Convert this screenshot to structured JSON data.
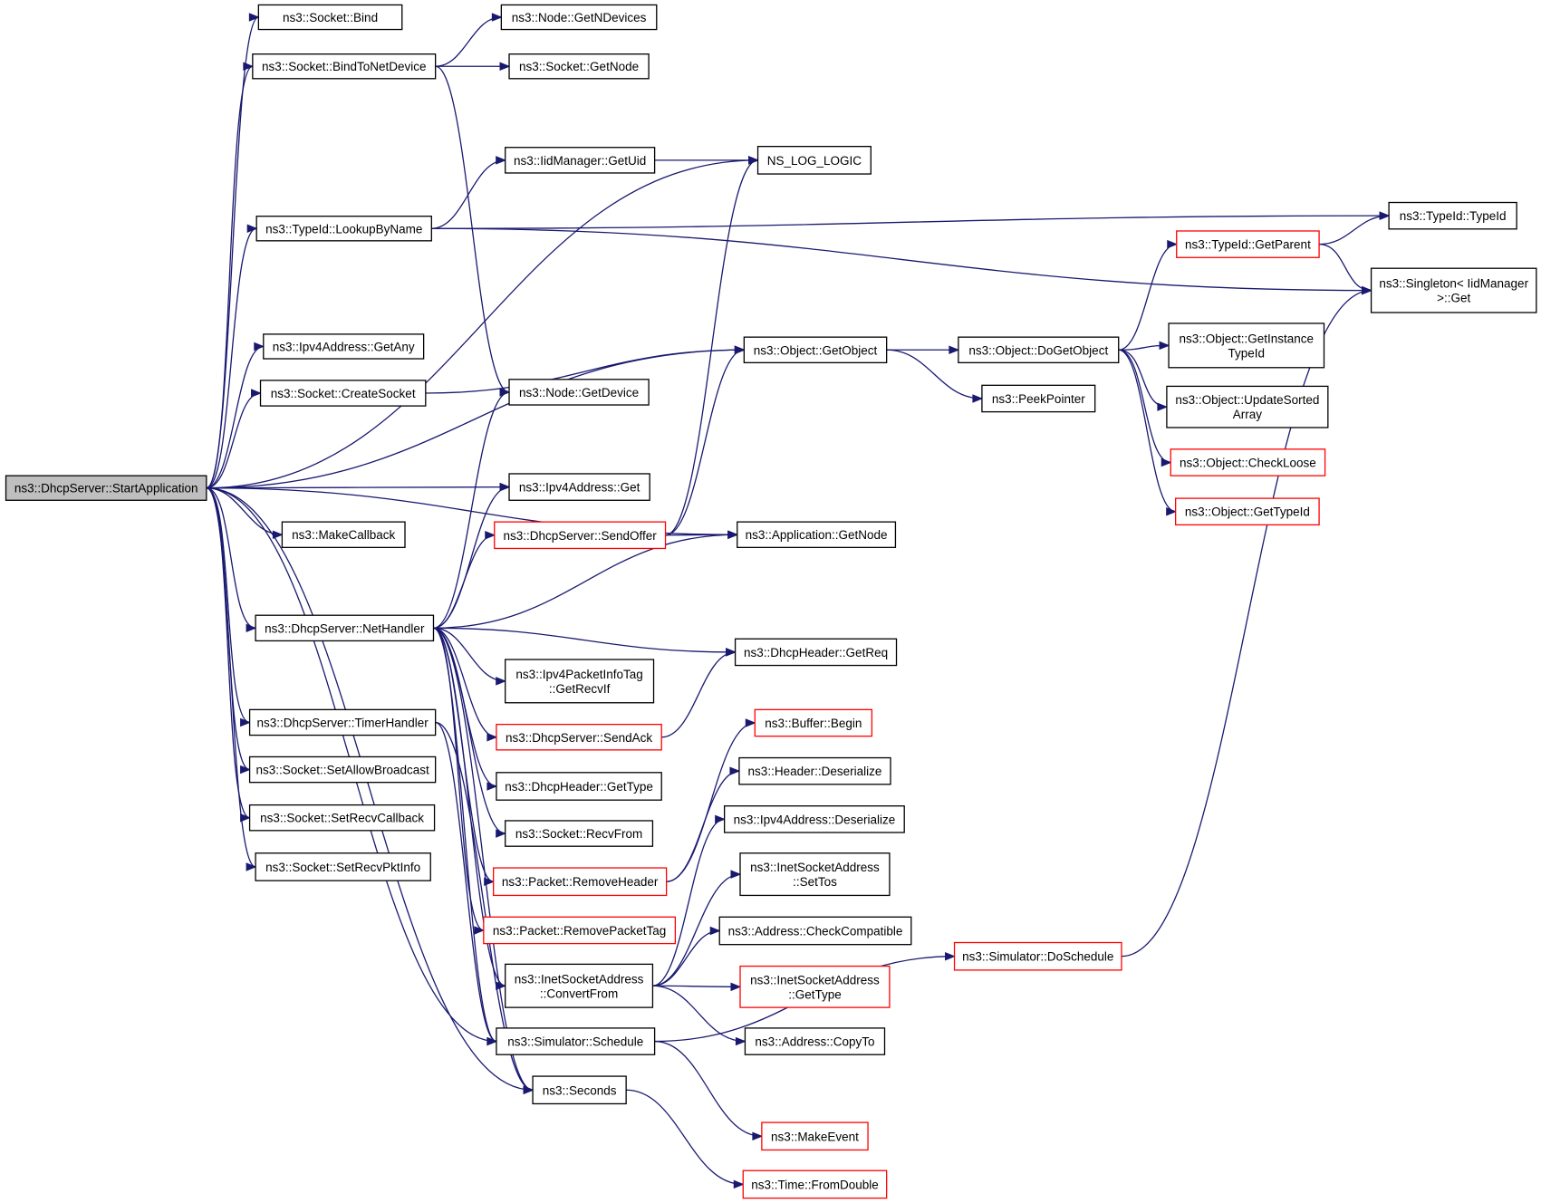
{
  "diagram": {
    "type": "call-graph",
    "colors": {
      "edge": "#191970",
      "border": "#000000",
      "incomplete_border": "#ff0000",
      "root_fill": "#bfbfbf"
    },
    "nodes": [
      {
        "id": "start",
        "lines": [
          "ns3::DhcpServer::StartApplication"
        ],
        "root": true
      },
      {
        "id": "bind",
        "lines": [
          "ns3::Socket::Bind"
        ]
      },
      {
        "id": "bindToNetDevice",
        "lines": [
          "ns3::Socket::BindToNetDevice"
        ]
      },
      {
        "id": "getNDevices",
        "lines": [
          "ns3::Node::GetNDevices"
        ]
      },
      {
        "id": "socketGetNode",
        "lines": [
          "ns3::Socket::GetNode"
        ]
      },
      {
        "id": "nsLogLogic",
        "lines": [
          "NS_LOG_LOGIC"
        ]
      },
      {
        "id": "iidGetUid",
        "lines": [
          "ns3::IidManager::GetUid"
        ]
      },
      {
        "id": "lookupByName",
        "lines": [
          "ns3::TypeId::LookupByName"
        ]
      },
      {
        "id": "typeIdTypeId",
        "lines": [
          "ns3::TypeId::TypeId"
        ]
      },
      {
        "id": "typeIdGetParent",
        "lines": [
          "ns3::TypeId::GetParent"
        ],
        "red": true
      },
      {
        "id": "singletonGet",
        "lines": [
          "ns3::Singleton< IidManager",
          ">::Get"
        ]
      },
      {
        "id": "ipv4GetAny",
        "lines": [
          "ns3::Ipv4Address::GetAny"
        ]
      },
      {
        "id": "objectGetObject",
        "lines": [
          "ns3::Object::GetObject"
        ]
      },
      {
        "id": "objectDoGetObject",
        "lines": [
          "ns3::Object::DoGetObject"
        ]
      },
      {
        "id": "getInstanceTypeId",
        "lines": [
          "ns3::Object::GetInstance",
          "TypeId"
        ]
      },
      {
        "id": "createSocket",
        "lines": [
          "ns3::Socket::CreateSocket"
        ]
      },
      {
        "id": "nodeGetDevice",
        "lines": [
          "ns3::Node::GetDevice"
        ]
      },
      {
        "id": "peekPointer",
        "lines": [
          "ns3::PeekPointer"
        ]
      },
      {
        "id": "updateSortedArray",
        "lines": [
          "ns3::Object::UpdateSorted",
          "Array"
        ]
      },
      {
        "id": "checkLoose",
        "lines": [
          "ns3::Object::CheckLoose"
        ],
        "red": true
      },
      {
        "id": "ipv4Get",
        "lines": [
          "ns3::Ipv4Address::Get"
        ]
      },
      {
        "id": "getTypeId",
        "lines": [
          "ns3::Object::GetTypeId"
        ],
        "red": true
      },
      {
        "id": "sendOffer",
        "lines": [
          "ns3::DhcpServer::SendOffer"
        ],
        "red": true
      },
      {
        "id": "appGetNode",
        "lines": [
          "ns3::Application::GetNode"
        ]
      },
      {
        "id": "makeCallback",
        "lines": [
          "ns3::MakeCallback"
        ]
      },
      {
        "id": "netHandler",
        "lines": [
          "ns3::DhcpServer::NetHandler"
        ]
      },
      {
        "id": "getReq",
        "lines": [
          "ns3::DhcpHeader::GetReq"
        ]
      },
      {
        "id": "getRecvIf",
        "lines": [
          "ns3::Ipv4PacketInfoTag",
          "::GetRecvIf"
        ]
      },
      {
        "id": "timerHandler",
        "lines": [
          "ns3::DhcpServer::TimerHandler"
        ]
      },
      {
        "id": "sendAck",
        "lines": [
          "ns3::DhcpServer::SendAck"
        ],
        "red": true
      },
      {
        "id": "bufferBegin",
        "lines": [
          "ns3::Buffer::Begin"
        ],
        "red": true
      },
      {
        "id": "setAllowBroadcast",
        "lines": [
          "ns3::Socket::SetAllowBroadcast"
        ]
      },
      {
        "id": "dhcpGetType",
        "lines": [
          "ns3::DhcpHeader::GetType"
        ]
      },
      {
        "id": "headerDeserialize",
        "lines": [
          "ns3::Header::Deserialize"
        ]
      },
      {
        "id": "setRecvCallback",
        "lines": [
          "ns3::Socket::SetRecvCallback"
        ]
      },
      {
        "id": "recvFrom",
        "lines": [
          "ns3::Socket::RecvFrom"
        ]
      },
      {
        "id": "ipv4Deserialize",
        "lines": [
          "ns3::Ipv4Address::Deserialize"
        ]
      },
      {
        "id": "setRecvPktInfo",
        "lines": [
          "ns3::Socket::SetRecvPktInfo"
        ]
      },
      {
        "id": "removeHeader",
        "lines": [
          "ns3::Packet::RemoveHeader"
        ],
        "red": true
      },
      {
        "id": "setTos",
        "lines": [
          "ns3::InetSocketAddress",
          "::SetTos"
        ]
      },
      {
        "id": "removePacketTag",
        "lines": [
          "ns3::Packet::RemovePacketTag"
        ],
        "red": true
      },
      {
        "id": "checkCompatible",
        "lines": [
          "ns3::Address::CheckCompatible"
        ]
      },
      {
        "id": "doSchedule",
        "lines": [
          "ns3::Simulator::DoSchedule"
        ],
        "red": true
      },
      {
        "id": "convertFrom",
        "lines": [
          "ns3::InetSocketAddress",
          "::ConvertFrom"
        ]
      },
      {
        "id": "inetGetType",
        "lines": [
          "ns3::InetSocketAddress",
          "::GetType"
        ],
        "red": true
      },
      {
        "id": "simSchedule",
        "lines": [
          "ns3::Simulator::Schedule"
        ]
      },
      {
        "id": "copyTo",
        "lines": [
          "ns3::Address::CopyTo"
        ]
      },
      {
        "id": "seconds",
        "lines": [
          "ns3::Seconds"
        ]
      },
      {
        "id": "makeEvent",
        "lines": [
          "ns3::MakeEvent"
        ],
        "red": true
      },
      {
        "id": "fromDouble",
        "lines": [
          "ns3::Time::FromDouble"
        ],
        "red": true
      }
    ],
    "edges": [
      [
        "start",
        "bind"
      ],
      [
        "start",
        "bindToNetDevice"
      ],
      [
        "start",
        "nsLogLogic"
      ],
      [
        "start",
        "lookupByName"
      ],
      [
        "start",
        "objectGetObject"
      ],
      [
        "start",
        "ipv4GetAny"
      ],
      [
        "start",
        "createSocket"
      ],
      [
        "start",
        "appGetNode"
      ],
      [
        "start",
        "ipv4Get"
      ],
      [
        "start",
        "makeCallback"
      ],
      [
        "start",
        "netHandler"
      ],
      [
        "start",
        "simSchedule"
      ],
      [
        "start",
        "timerHandler"
      ],
      [
        "start",
        "setAllowBroadcast"
      ],
      [
        "start",
        "setRecvCallback"
      ],
      [
        "start",
        "setRecvPktInfo"
      ],
      [
        "start",
        "seconds"
      ],
      [
        "bindToNetDevice",
        "getNDevices"
      ],
      [
        "bindToNetDevice",
        "socketGetNode"
      ],
      [
        "bindToNetDevice",
        "nodeGetDevice"
      ],
      [
        "iidGetUid",
        "nsLogLogic"
      ],
      [
        "lookupByName",
        "iidGetUid"
      ],
      [
        "lookupByName",
        "typeIdTypeId"
      ],
      [
        "lookupByName",
        "singletonGet"
      ],
      [
        "createSocket",
        "objectGetObject"
      ],
      [
        "objectGetObject",
        "objectDoGetObject"
      ],
      [
        "objectGetObject",
        "peekPointer"
      ],
      [
        "objectDoGetObject",
        "typeIdGetParent"
      ],
      [
        "objectDoGetObject",
        "getInstanceTypeId"
      ],
      [
        "objectDoGetObject",
        "updateSortedArray"
      ],
      [
        "objectDoGetObject",
        "checkLoose"
      ],
      [
        "objectDoGetObject",
        "getTypeId"
      ],
      [
        "typeIdGetParent",
        "typeIdTypeId"
      ],
      [
        "typeIdGetParent",
        "singletonGet"
      ],
      [
        "sendOffer",
        "nsLogLogic"
      ],
      [
        "sendOffer",
        "objectGetObject"
      ],
      [
        "sendOffer",
        "appGetNode"
      ],
      [
        "netHandler",
        "nodeGetDevice"
      ],
      [
        "netHandler",
        "ipv4Get"
      ],
      [
        "netHandler",
        "sendOffer"
      ],
      [
        "netHandler",
        "appGetNode"
      ],
      [
        "netHandler",
        "getReq"
      ],
      [
        "netHandler",
        "getRecvIf"
      ],
      [
        "netHandler",
        "sendAck"
      ],
      [
        "netHandler",
        "dhcpGetType"
      ],
      [
        "netHandler",
        "recvFrom"
      ],
      [
        "netHandler",
        "removeHeader"
      ],
      [
        "netHandler",
        "removePacketTag"
      ],
      [
        "netHandler",
        "convertFrom"
      ],
      [
        "netHandler",
        "simSchedule"
      ],
      [
        "netHandler",
        "seconds"
      ],
      [
        "sendAck",
        "getReq"
      ],
      [
        "timerHandler",
        "simSchedule"
      ],
      [
        "timerHandler",
        "seconds"
      ],
      [
        "removeHeader",
        "bufferBegin"
      ],
      [
        "removeHeader",
        "headerDeserialize"
      ],
      [
        "convertFrom",
        "ipv4Deserialize"
      ],
      [
        "convertFrom",
        "setTos"
      ],
      [
        "convertFrom",
        "checkCompatible"
      ],
      [
        "convertFrom",
        "inetGetType"
      ],
      [
        "convertFrom",
        "copyTo"
      ],
      [
        "simSchedule",
        "doSchedule"
      ],
      [
        "simSchedule",
        "makeEvent"
      ],
      [
        "doSchedule",
        "singletonGet"
      ],
      [
        "seconds",
        "fromDouble"
      ]
    ]
  }
}
